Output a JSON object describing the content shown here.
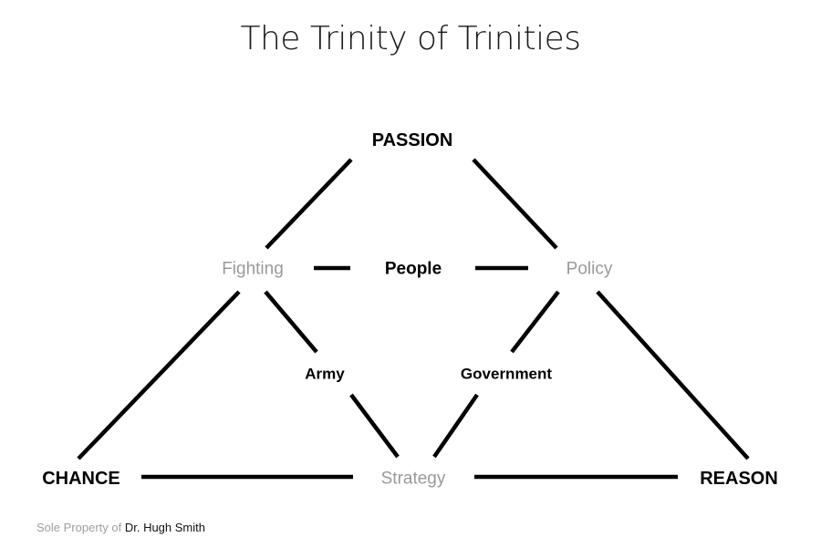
{
  "title": "The Trinity of Trinities",
  "corners": {
    "top": "PASSION",
    "left": "CHANCE",
    "right": "REASON"
  },
  "midpoints": {
    "fighting": "Fighting",
    "policy": "Policy",
    "strategy": "Strategy"
  },
  "inner": {
    "people": "People",
    "army": "Army",
    "government": "Government"
  },
  "credit": {
    "prefix": "Sole Property of",
    "name": "Dr. Hugh Smith"
  }
}
